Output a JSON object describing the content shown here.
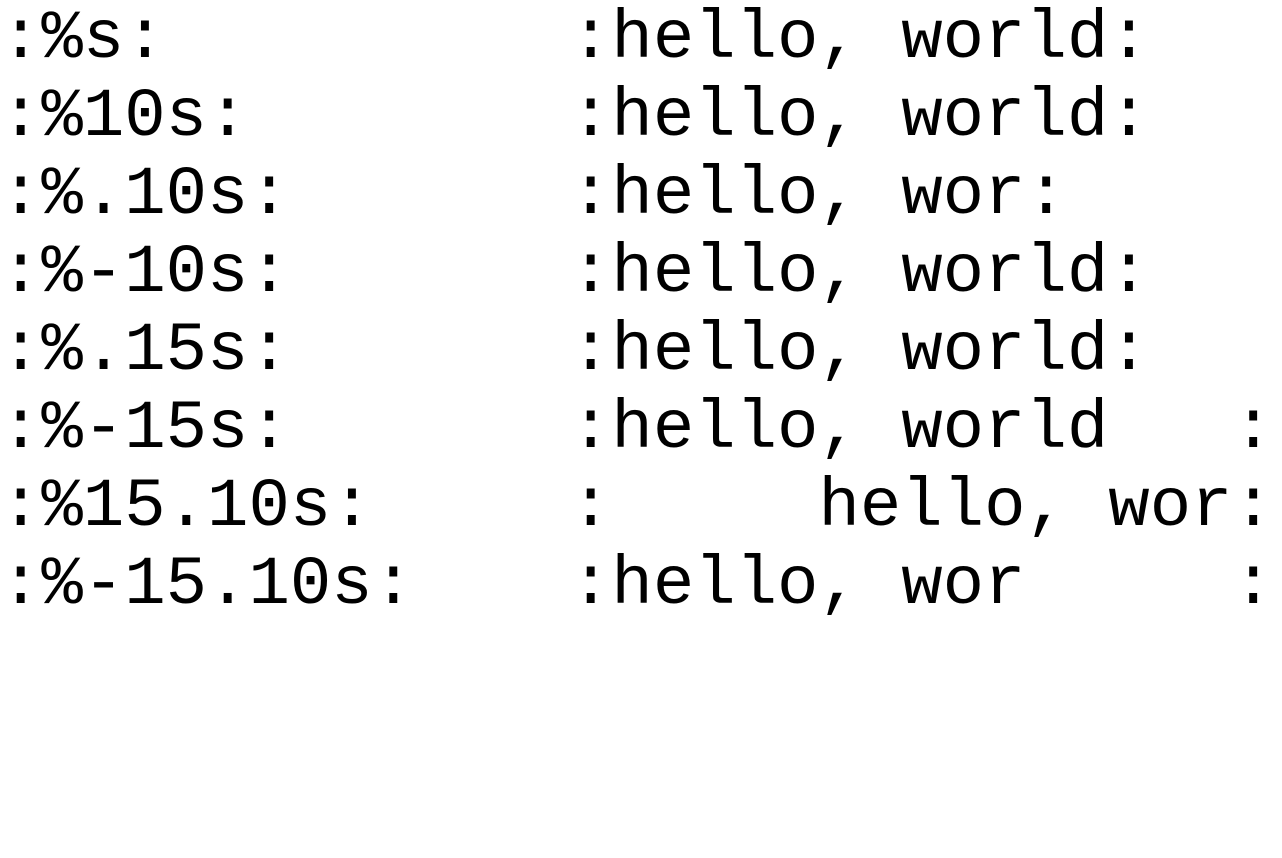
{
  "rows": [
    {
      "format": ":%s:",
      "output": ":hello, world:"
    },
    {
      "format": ":%10s:",
      "output": ":hello, world:"
    },
    {
      "format": ":%.10s:",
      "output": ":hello, wor:"
    },
    {
      "format": ":%-10s:",
      "output": ":hello, world:"
    },
    {
      "format": ":%.15s:",
      "output": ":hello, world:"
    },
    {
      "format": ":%-15s:",
      "output": ":hello, world   :"
    },
    {
      "format": ":%15.10s:",
      "output": ":     hello, wor:"
    },
    {
      "format": ":%-15.10s:",
      "output": ":hello, wor     :"
    }
  ]
}
